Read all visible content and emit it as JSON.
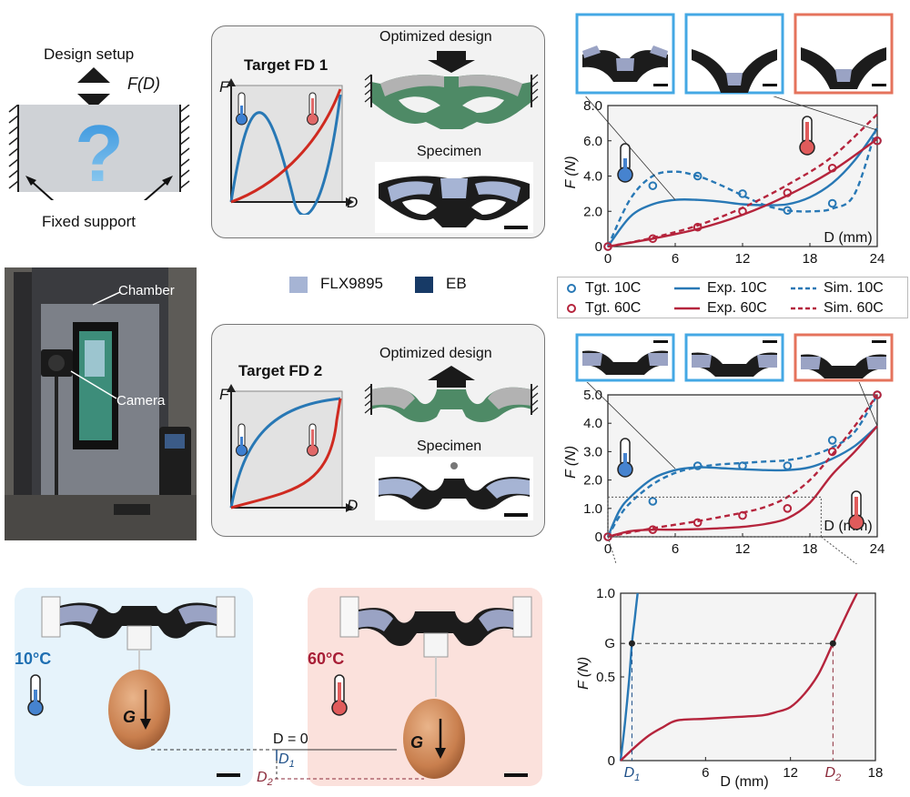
{
  "setup": {
    "title": "Design setup",
    "force_label": "F(D)",
    "fixed_support": "Fixed support",
    "question": "?"
  },
  "photo": {
    "chamber": "Chamber",
    "camera": "Camera"
  },
  "legend_materials": [
    {
      "label": "FLX9895",
      "color": "#a6b4d4"
    },
    {
      "label": "EB",
      "color": "#173a66"
    }
  ],
  "target1": {
    "title": "Target FD 1",
    "optimized": "Optimized design",
    "specimen": "Specimen",
    "axis_f": "F",
    "axis_d": "D"
  },
  "target2": {
    "title": "Target FD 2",
    "optimized": "Optimized design",
    "specimen": "Specimen",
    "axis_f": "F",
    "axis_d": "D"
  },
  "series_legend": [
    {
      "label": "Tgt. 10C",
      "style": "marker",
      "color": "#2878b5"
    },
    {
      "label": "Exp. 10C",
      "style": "solid",
      "color": "#2878b5"
    },
    {
      "label": "Sim. 10C",
      "style": "dashed",
      "color": "#2878b5"
    },
    {
      "label": "Tgt. 60C",
      "style": "marker",
      "color": "#b5243c"
    },
    {
      "label": "Exp. 60C",
      "style": "solid",
      "color": "#b5243c"
    },
    {
      "label": "Sim. 60C",
      "style": "dashed",
      "color": "#b5243c"
    }
  ],
  "egg": {
    "cold_temp": "10°C",
    "hot_temp": "60°C",
    "g_label": "G",
    "d_zero": "D = 0",
    "d1": "D",
    "d1_sub": "1",
    "d2": "D",
    "d2_sub": "2"
  },
  "colors": {
    "cold": "#2878b5",
    "hot": "#b5243c",
    "green": "#4e8a66",
    "frame_blue": "#44a8e4",
    "frame_red": "#e5735c"
  },
  "chart_data": [
    {
      "type": "line",
      "ylabel": "F (N)",
      "xlabel": "D (mm)",
      "xlim": [
        0,
        24
      ],
      "ylim": [
        0,
        8
      ],
      "xticks": [
        "0",
        "6",
        "12",
        "18",
        "24"
      ],
      "yticks": [
        "0",
        "2.0",
        "4.0",
        "6.0",
        "8.0"
      ],
      "series": [
        {
          "name": "Tgt. 10C",
          "kind": "marker",
          "x": [
            0,
            4,
            8,
            12,
            16,
            20,
            24
          ],
          "y": [
            0,
            3.45,
            4.0,
            3.0,
            2.05,
            2.45,
            6.0
          ]
        },
        {
          "name": "Exp. 10C",
          "kind": "solid",
          "x": [
            0,
            2,
            4,
            6,
            8,
            10,
            12,
            14,
            16,
            18,
            20,
            22,
            24
          ],
          "y": [
            0,
            1.7,
            2.4,
            2.65,
            2.65,
            2.55,
            2.4,
            2.35,
            2.4,
            2.8,
            3.6,
            4.9,
            6.7
          ]
        },
        {
          "name": "Sim. 10C",
          "kind": "dashed",
          "x": [
            0,
            2,
            4,
            6,
            8,
            10,
            12,
            14,
            16,
            18,
            20,
            22,
            24
          ],
          "y": [
            0,
            2.7,
            4.0,
            4.25,
            4.0,
            3.5,
            2.9,
            2.35,
            2.05,
            2.0,
            2.15,
            3.0,
            6.9
          ]
        },
        {
          "name": "Tgt. 60C",
          "kind": "marker",
          "x": [
            0,
            4,
            8,
            12,
            16,
            20,
            24
          ],
          "y": [
            0,
            0.45,
            1.1,
            2.0,
            3.05,
            4.45,
            6.0
          ]
        },
        {
          "name": "Exp. 60C",
          "kind": "solid",
          "x": [
            0,
            4,
            8,
            12,
            16,
            20,
            24
          ],
          "y": [
            0,
            0.45,
            1.0,
            1.8,
            2.9,
            4.3,
            6.1
          ]
        },
        {
          "name": "Sim. 60C",
          "kind": "dashed",
          "x": [
            0,
            4,
            8,
            12,
            16,
            20,
            24
          ],
          "y": [
            0,
            0.5,
            1.2,
            2.2,
            3.5,
            5.1,
            7.5
          ]
        }
      ],
      "legend": "below"
    },
    {
      "type": "line",
      "ylabel": "F (N)",
      "xlabel": "D (mm)",
      "xlim": [
        0,
        24
      ],
      "ylim": [
        0,
        5
      ],
      "xticks": [
        "0",
        "6",
        "12",
        "18",
        "24"
      ],
      "yticks": [
        "0",
        "1.0",
        "2.0",
        "3.0",
        "4.0",
        "5.0"
      ],
      "series": [
        {
          "name": "Tgt. 10C",
          "kind": "marker",
          "x": [
            0,
            4,
            8,
            12,
            16,
            20,
            24
          ],
          "y": [
            0,
            1.25,
            2.5,
            2.5,
            2.5,
            3.4,
            5.0
          ]
        },
        {
          "name": "Exp. 10C",
          "kind": "solid",
          "x": [
            0,
            1,
            2,
            4,
            6,
            8,
            10,
            12,
            14,
            16,
            18,
            20,
            22,
            24
          ],
          "y": [
            0,
            0.9,
            1.4,
            2.05,
            2.35,
            2.45,
            2.42,
            2.38,
            2.35,
            2.35,
            2.45,
            2.75,
            3.2,
            3.9
          ]
        },
        {
          "name": "Sim. 10C",
          "kind": "dashed",
          "x": [
            0,
            1,
            2,
            4,
            6,
            8,
            10,
            12,
            14,
            16,
            18,
            20,
            22,
            24
          ],
          "y": [
            0,
            0.7,
            1.2,
            1.85,
            2.25,
            2.45,
            2.55,
            2.6,
            2.65,
            2.7,
            2.85,
            3.15,
            3.7,
            5.0
          ]
        },
        {
          "name": "Tgt. 60C",
          "kind": "marker",
          "x": [
            0,
            4,
            8,
            12,
            16,
            20,
            24
          ],
          "y": [
            0,
            0.25,
            0.5,
            0.75,
            1.0,
            3.0,
            5.0
          ]
        },
        {
          "name": "Exp. 60C",
          "kind": "solid",
          "x": [
            0,
            2,
            4,
            6,
            8,
            10,
            12,
            14,
            16,
            18,
            20,
            22,
            24
          ],
          "y": [
            0,
            0.2,
            0.25,
            0.25,
            0.27,
            0.3,
            0.35,
            0.45,
            0.65,
            1.2,
            2.2,
            3.0,
            3.9
          ]
        },
        {
          "name": "Sim. 60C",
          "kind": "dashed",
          "x": [
            0,
            4,
            8,
            12,
            14,
            16,
            18,
            20,
            22,
            24
          ],
          "y": [
            0,
            0.3,
            0.55,
            0.85,
            1.05,
            1.4,
            2.0,
            2.9,
            3.9,
            5.0
          ]
        }
      ],
      "zoom_box": {
        "x": [
          0,
          19
        ],
        "y": [
          0,
          1.4
        ]
      }
    },
    {
      "type": "line",
      "ylabel": "F (N)",
      "xlabel": "D (mm)",
      "xlim": [
        0,
        18
      ],
      "ylim": [
        0,
        1.0
      ],
      "xticks": [
        "6",
        "12",
        "18"
      ],
      "yticks": [
        "0",
        "0.5",
        "G",
        "1.0"
      ],
      "x_markers": [
        {
          "label": "D",
          "sub": "1",
          "x": 0.8
        },
        {
          "label": "D",
          "sub": "2",
          "x": 15.0
        }
      ],
      "g_level": 0.7,
      "series": [
        {
          "name": "Exp. 10C",
          "kind": "solid",
          "x": [
            0,
            0.3,
            0.6,
            0.8,
            1.0,
            1.2
          ],
          "y": [
            0,
            0.22,
            0.48,
            0.7,
            0.85,
            1.0
          ]
        },
        {
          "name": "Exp. 60C",
          "kind": "solid",
          "x": [
            0,
            1,
            2,
            3,
            4,
            6,
            8,
            10,
            11,
            12,
            13,
            14,
            15,
            16,
            16.7
          ],
          "y": [
            0,
            0.08,
            0.15,
            0.2,
            0.24,
            0.25,
            0.26,
            0.27,
            0.29,
            0.32,
            0.4,
            0.52,
            0.7,
            0.88,
            1.0
          ]
        }
      ]
    }
  ]
}
